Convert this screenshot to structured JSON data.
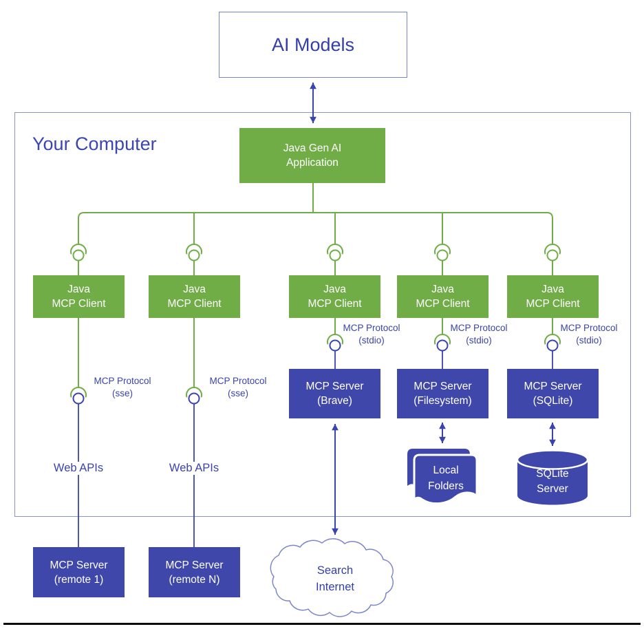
{
  "colors": {
    "green": "#70ad47",
    "indigo": "#3f47ab",
    "line_blue": "#3a44ae",
    "text_blue": "#333ea7",
    "frame_blue": "#8b92d4",
    "cloud_stroke": "#7d85cd"
  },
  "ai_models": {
    "label": "AI Models"
  },
  "computer": {
    "label": "Your Computer"
  },
  "app": {
    "label": "Java Gen AI\nApplication"
  },
  "clients": [
    {
      "label": "Java\nMCP Client"
    },
    {
      "label": "Java\nMCP Client"
    },
    {
      "label": "Java\nMCP Client"
    },
    {
      "label": "Java\nMCP Client"
    },
    {
      "label": "Java\nMCP Client"
    }
  ],
  "servers": [
    {
      "label": "MCP Server\n(Brave)"
    },
    {
      "label": "MCP Server\n(Filesystem)"
    },
    {
      "label": "MCP Server\n(SQLite)"
    }
  ],
  "remote_servers": [
    {
      "label": "MCP Server\n(remote 1)"
    },
    {
      "label": "MCP Server\n(remote N)"
    }
  ],
  "protocol_labels": {
    "sse": [
      {
        "label": "MCP Protocol\n(sse)"
      },
      {
        "label": "MCP Protocol\n(sse)"
      }
    ],
    "stdio": [
      {
        "label": "MCP Protocol\n(stdio)"
      },
      {
        "label": "MCP Protocol\n(stdio)"
      },
      {
        "label": "MCP Protocol\n(stdio)"
      }
    ]
  },
  "web_apis": [
    {
      "label": "Web APIs"
    },
    {
      "label": "Web APIs"
    }
  ],
  "local_folders": {
    "label": "Local\nFolders"
  },
  "sqlite_server": {
    "label": "SQLite\nServer"
  },
  "cloud": {
    "label": "Search\nInternet"
  },
  "icons": {
    "connector": "mcp-connector-icon",
    "arrow": "double-arrow"
  }
}
